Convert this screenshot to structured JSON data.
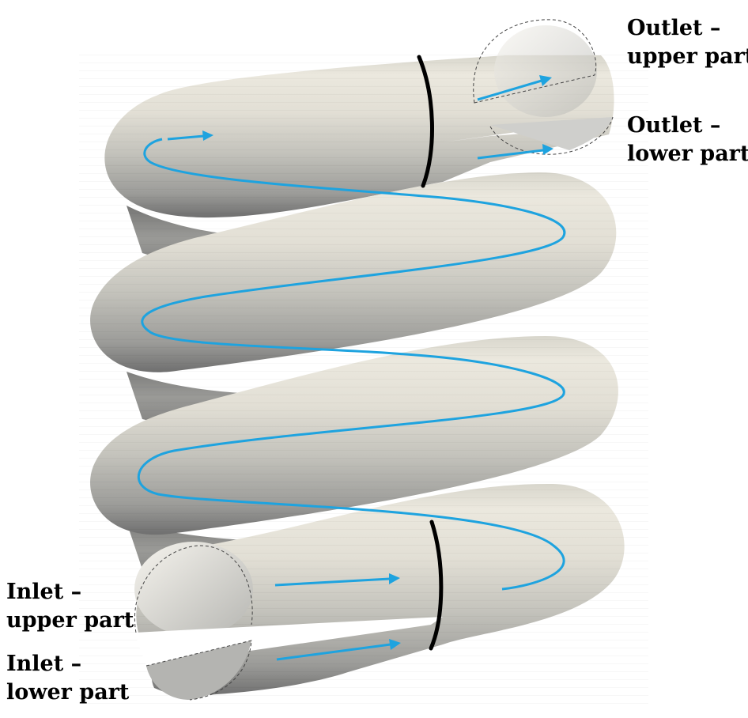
{
  "labels": {
    "outlet_upper": {
      "line1": "Outlet –",
      "line2": "upper part"
    },
    "outlet_lower": {
      "line1": "Outlet –",
      "line2": "lower part"
    },
    "inlet_upper": {
      "line1": "Inlet –",
      "line2": "upper part"
    },
    "inlet_lower": {
      "line1": "Inlet –",
      "line2": "lower part"
    }
  },
  "colors": {
    "tube_light": "#e9e6dc",
    "tube_mid": "#bdbdb6",
    "tube_dark": "#7f7f7e",
    "flow": "#1ea3df",
    "section_line": "#000000"
  },
  "icons": {
    "flow_arrow": "arrow-right",
    "section_marker": "thick-black-line"
  }
}
